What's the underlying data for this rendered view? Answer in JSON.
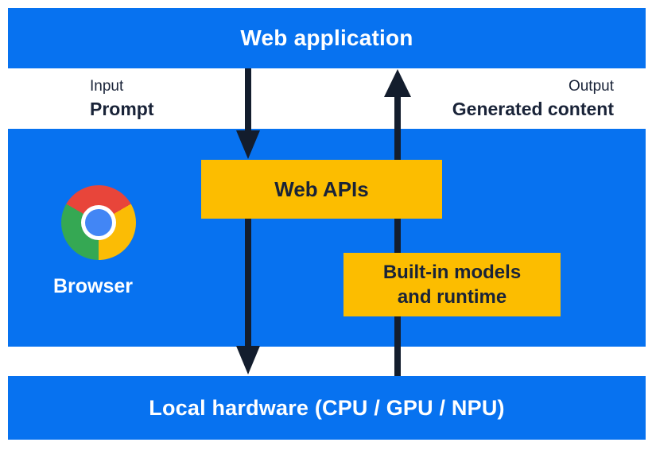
{
  "colors": {
    "canvas-bg": "#ffffff",
    "section-blue": "#0772f0",
    "box-yellow": "#fcbd00",
    "text-dark": "#192338",
    "arrow-dark": "#131d2d",
    "text-white": "#ffffff",
    "chrome-red": "#e8453a",
    "chrome-yellow": "#fbbc05",
    "chrome-green": "#35a853",
    "chrome-blue": "#4286f5"
  },
  "layers": {
    "web_application": {
      "label": "Web application"
    },
    "io": {
      "input_title": "Input",
      "input_value": "Prompt",
      "output_title": "Output",
      "output_value": "Generated content"
    },
    "browser": {
      "label": "Browser",
      "web_apis": "Web APIs",
      "builtin_line1": "Built-in models",
      "builtin_line2": "and runtime"
    },
    "hardware": {
      "label": "Local hardware (CPU / GPU / NPU)"
    }
  },
  "icons": {
    "chrome_logo": "chrome-browser-logo"
  }
}
